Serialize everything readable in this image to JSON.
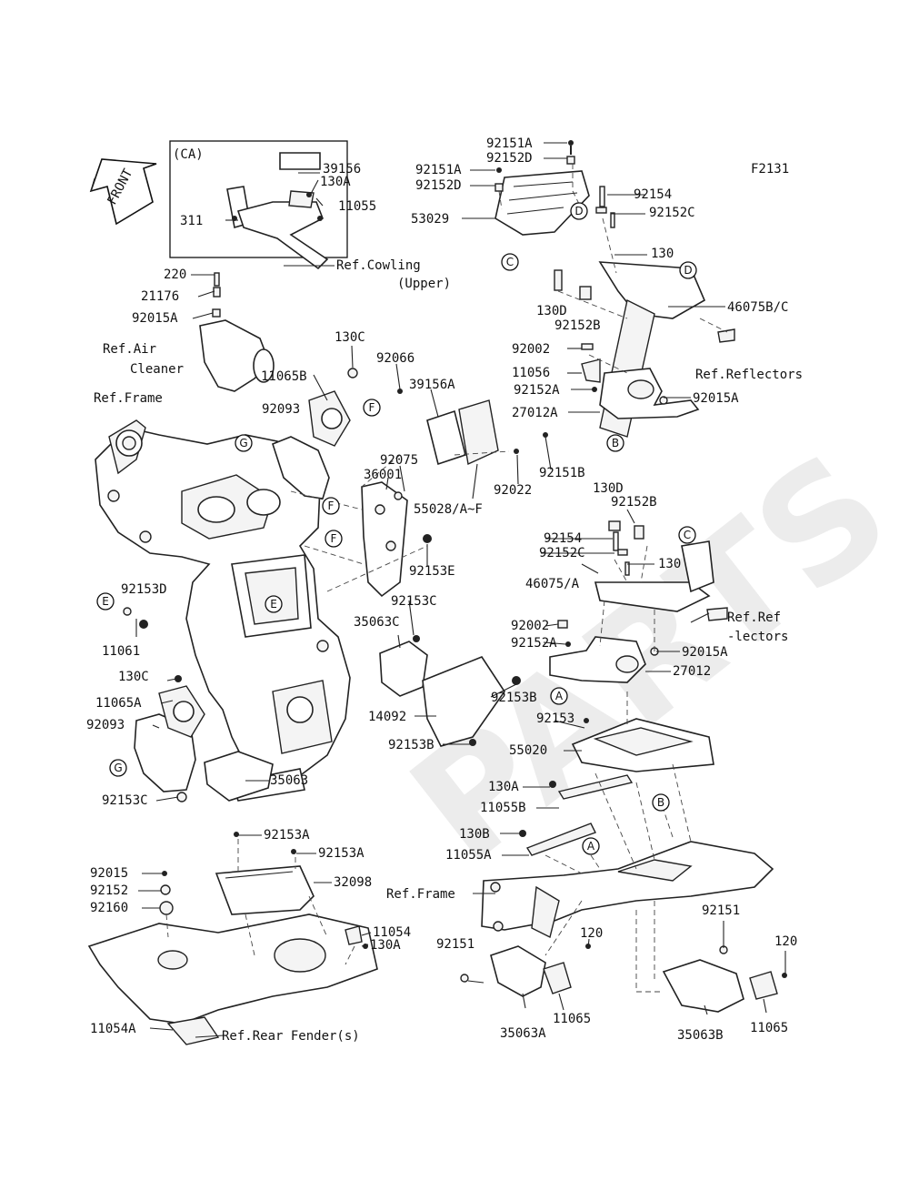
{
  "diagram_code": "F2131",
  "front_label": "FRONT",
  "watermark": "PARTS",
  "inset_tag": "(CA)",
  "labels": {
    "l39156": "39156",
    "l130A_top": "130A",
    "l11055_top": "11055",
    "l311": "311",
    "lRefCowling": "Ref.Cowling",
    "lUpper": "(Upper)",
    "l220": "220",
    "l21176": "21176",
    "l92015A": "92015A",
    "lRefAir": "Ref.Air",
    "lCleaner": "Cleaner",
    "l130C_a": "130C",
    "l11065B": "11065B",
    "l92066": "92066",
    "lRefFrame_top": "Ref.Frame",
    "l92093_top": "92093",
    "l39156A": "39156A",
    "l92075": "92075",
    "l36001": "36001",
    "l92022": "92022",
    "l92151B": "92151B",
    "l55028": "55028/A~F",
    "l92153E": "92153E",
    "l92153D": "92153D",
    "l11061": "11061",
    "l92153C_a": "92153C",
    "l35063C": "35063C",
    "l130C_b": "130C",
    "l11065A": "11065A",
    "l92093_b": "92093",
    "l14092": "14092",
    "l92153B_a": "92153B",
    "l92153B_b": "92153B",
    "l35063": "35063",
    "l92153C_b": "92153C",
    "l92151A_1": "92151A",
    "l92152D_1": "92152D",
    "l92151A_2": "92151A",
    "l92152D_2": "92152D",
    "l53029": "53029",
    "l92154_a": "92154",
    "l92152C_a": "92152C",
    "l130_a": "130",
    "l130D_a": "130D",
    "l92152B_a": "92152B",
    "l46075BC": "46075B/C",
    "l92002_a": "92002",
    "l11056": "11056",
    "l92152A_a": "92152A",
    "l92015A_r": "92015A",
    "l27012A": "27012A",
    "lRefReflectors": "Ref.Reflectors",
    "l130D_b": "130D",
    "l92152B_b": "92152B",
    "l92154_b": "92154",
    "l92152C_b": "92152C",
    "l130_b": "130",
    "l46075A": "46075/A",
    "lRefRef": "Ref.Ref",
    "lLectors": "-lectors",
    "l92002_b": "92002",
    "l92152A_b": "92152A",
    "l92015A_b": "92015A",
    "l27012": "27012",
    "l92153": "92153",
    "l55020": "55020",
    "l130A_b": "130A",
    "l11055B": "11055B",
    "l130B": "130B",
    "l11055A": "11055A",
    "lRefFrame_b": "Ref.Frame",
    "l92153A_1": "92153A",
    "l92153A_2": "92153A",
    "l32098": "32098",
    "l92015": "92015",
    "l92152": "92152",
    "l92160": "92160",
    "l11054": "11054",
    "l130A_c": "130A",
    "l11054A": "11054A",
    "lRefRearFender": "Ref.Rear Fender(s)",
    "l92151_a": "92151",
    "l120_a": "120",
    "l35063A": "35063A",
    "l11065_a": "11065",
    "l92151_b": "92151",
    "l120_b": "120",
    "l35063B": "35063B",
    "l11065_b": "11065"
  },
  "callouts": {
    "c1": "C",
    "c2": "D",
    "c3": "D",
    "c4": "B",
    "c5": "F",
    "c6": "G",
    "c7": "F",
    "c8": "F",
    "c9": "E",
    "c10": "E",
    "c11": "C",
    "c12": "A",
    "c13": "G",
    "c14": "B",
    "c15": "A"
  }
}
